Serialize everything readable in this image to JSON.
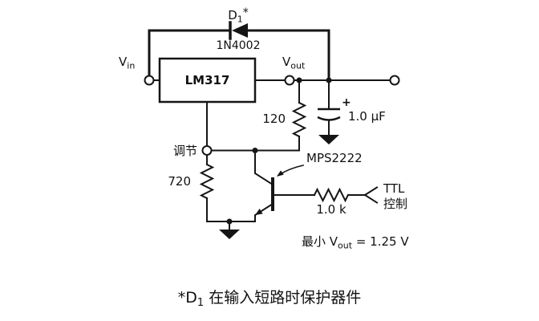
{
  "colors": {
    "wire": "#151515",
    "background": "#ffffff"
  },
  "labels": {
    "d1_ref": "D",
    "d1_sub": "1",
    "d1_star": "*",
    "d1_part": "1N4002",
    "vin_v": "V",
    "vin_sub": "in",
    "vout_v": "V",
    "vout_sub": "out",
    "regulator": "LM317",
    "r_top": "120",
    "cap_plus": "+",
    "cap_value": "1.0 µF",
    "adjust": "调节",
    "r_adj": "720",
    "transistor": "MPS2222",
    "r_base": "1.0 k",
    "ttl_line1": "TTL",
    "ttl_line2": "控制",
    "min_prefix": "最小 V",
    "min_sub": "out",
    "min_suffix": " = 1.25 V",
    "caption_prefix": "*D",
    "caption_sub": "1",
    "caption_text": " 在输入短路时保护器件"
  }
}
